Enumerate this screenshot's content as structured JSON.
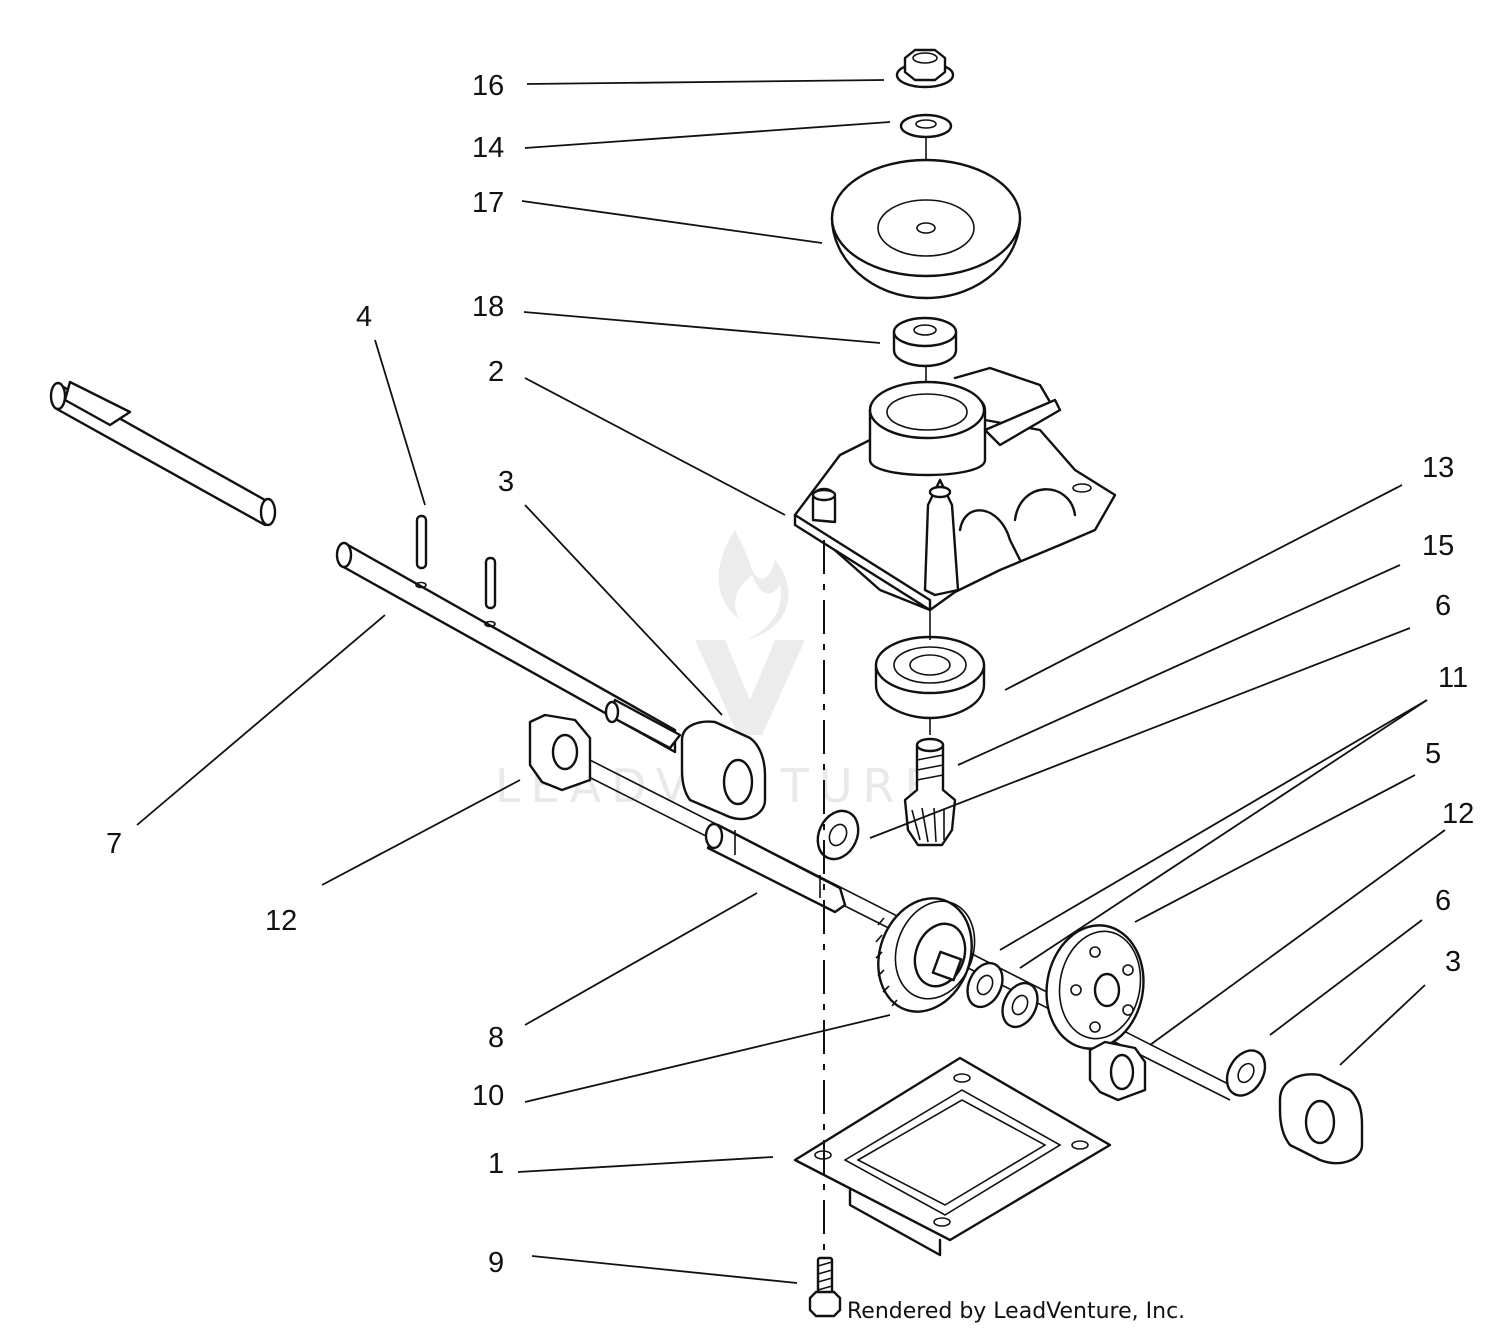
{
  "diagram": {
    "callouts": [
      {
        "id": "c16",
        "label": "16"
      },
      {
        "id": "c14",
        "label": "14"
      },
      {
        "id": "c17",
        "label": "17"
      },
      {
        "id": "c18",
        "label": "18"
      },
      {
        "id": "c4",
        "label": "4"
      },
      {
        "id": "c2",
        "label": "2"
      },
      {
        "id": "c3a",
        "label": "3"
      },
      {
        "id": "c13",
        "label": "13"
      },
      {
        "id": "c15",
        "label": "15"
      },
      {
        "id": "c6a",
        "label": "6"
      },
      {
        "id": "c11",
        "label": "11"
      },
      {
        "id": "c5",
        "label": "5"
      },
      {
        "id": "c12b",
        "label": "12"
      },
      {
        "id": "c7",
        "label": "7"
      },
      {
        "id": "c12a",
        "label": "12"
      },
      {
        "id": "c6b",
        "label": "6"
      },
      {
        "id": "c3b",
        "label": "3"
      },
      {
        "id": "c8",
        "label": "8"
      },
      {
        "id": "c10",
        "label": "10"
      },
      {
        "id": "c1",
        "label": "1"
      },
      {
        "id": "c9",
        "label": "9"
      }
    ],
    "credit": "Rendered by LeadVenture, Inc.",
    "watermark": "LEADVENTURE"
  }
}
